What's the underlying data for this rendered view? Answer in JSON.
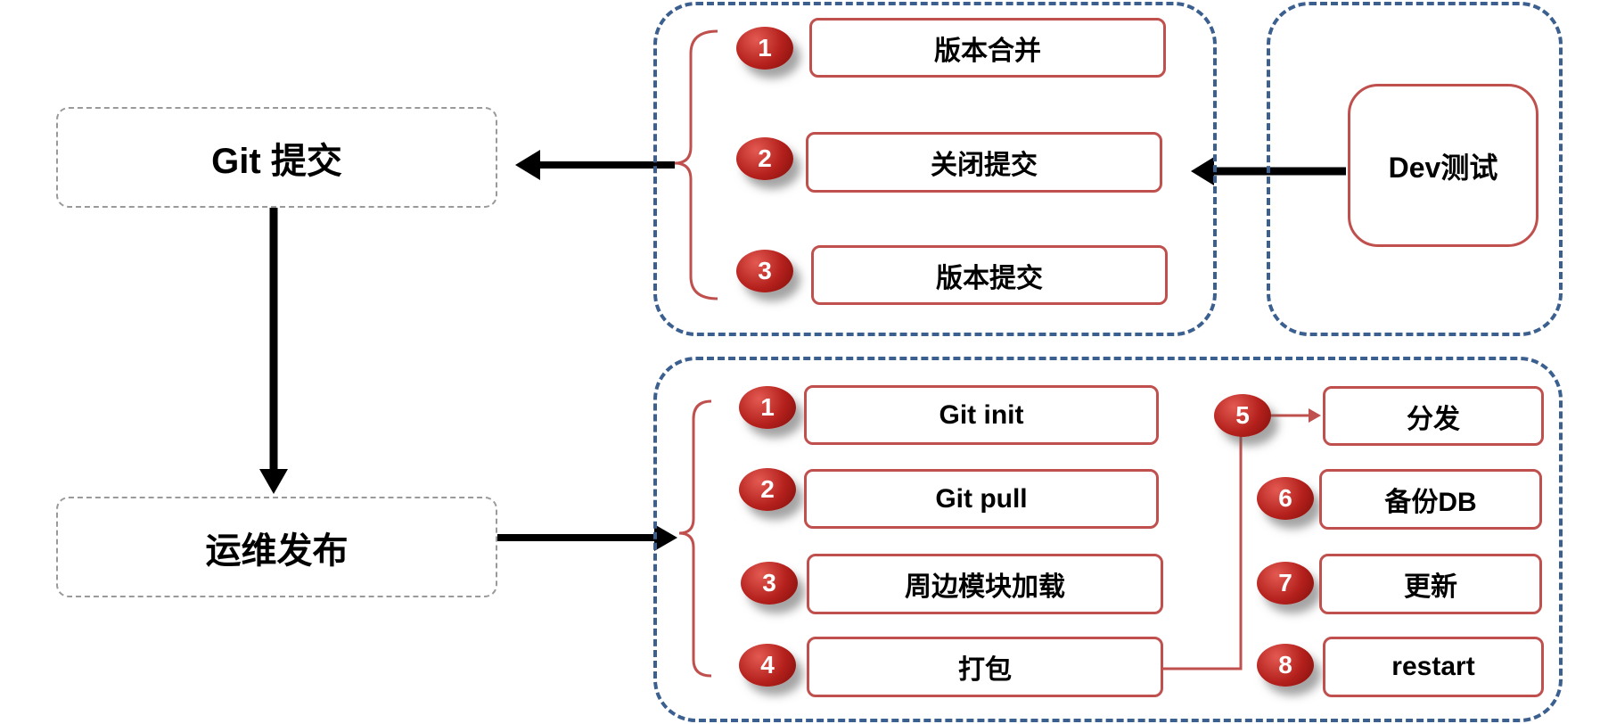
{
  "stages": {
    "git_commit": "Git 提交",
    "ops_release": "运维发布"
  },
  "dev_test": "Dev测试",
  "commit_steps": [
    {
      "num": "1",
      "label": "版本合并"
    },
    {
      "num": "2",
      "label": "关闭提交"
    },
    {
      "num": "3",
      "label": "版本提交"
    }
  ],
  "release_steps": [
    {
      "num": "1",
      "label": "Git init"
    },
    {
      "num": "2",
      "label": "Git pull"
    },
    {
      "num": "3",
      "label": "周边模块加载"
    },
    {
      "num": "4",
      "label": "打包"
    }
  ],
  "deploy_steps": [
    {
      "num": "5",
      "label": "分发"
    },
    {
      "num": "6",
      "label": "备份DB"
    },
    {
      "num": "7",
      "label": "更新"
    },
    {
      "num": "8",
      "label": "restart"
    }
  ],
  "colors": {
    "group_border": "#3b5f8f",
    "step_border": "#c0504d",
    "badge": "#b4201c",
    "stage_border": "#9a9a9a"
  }
}
